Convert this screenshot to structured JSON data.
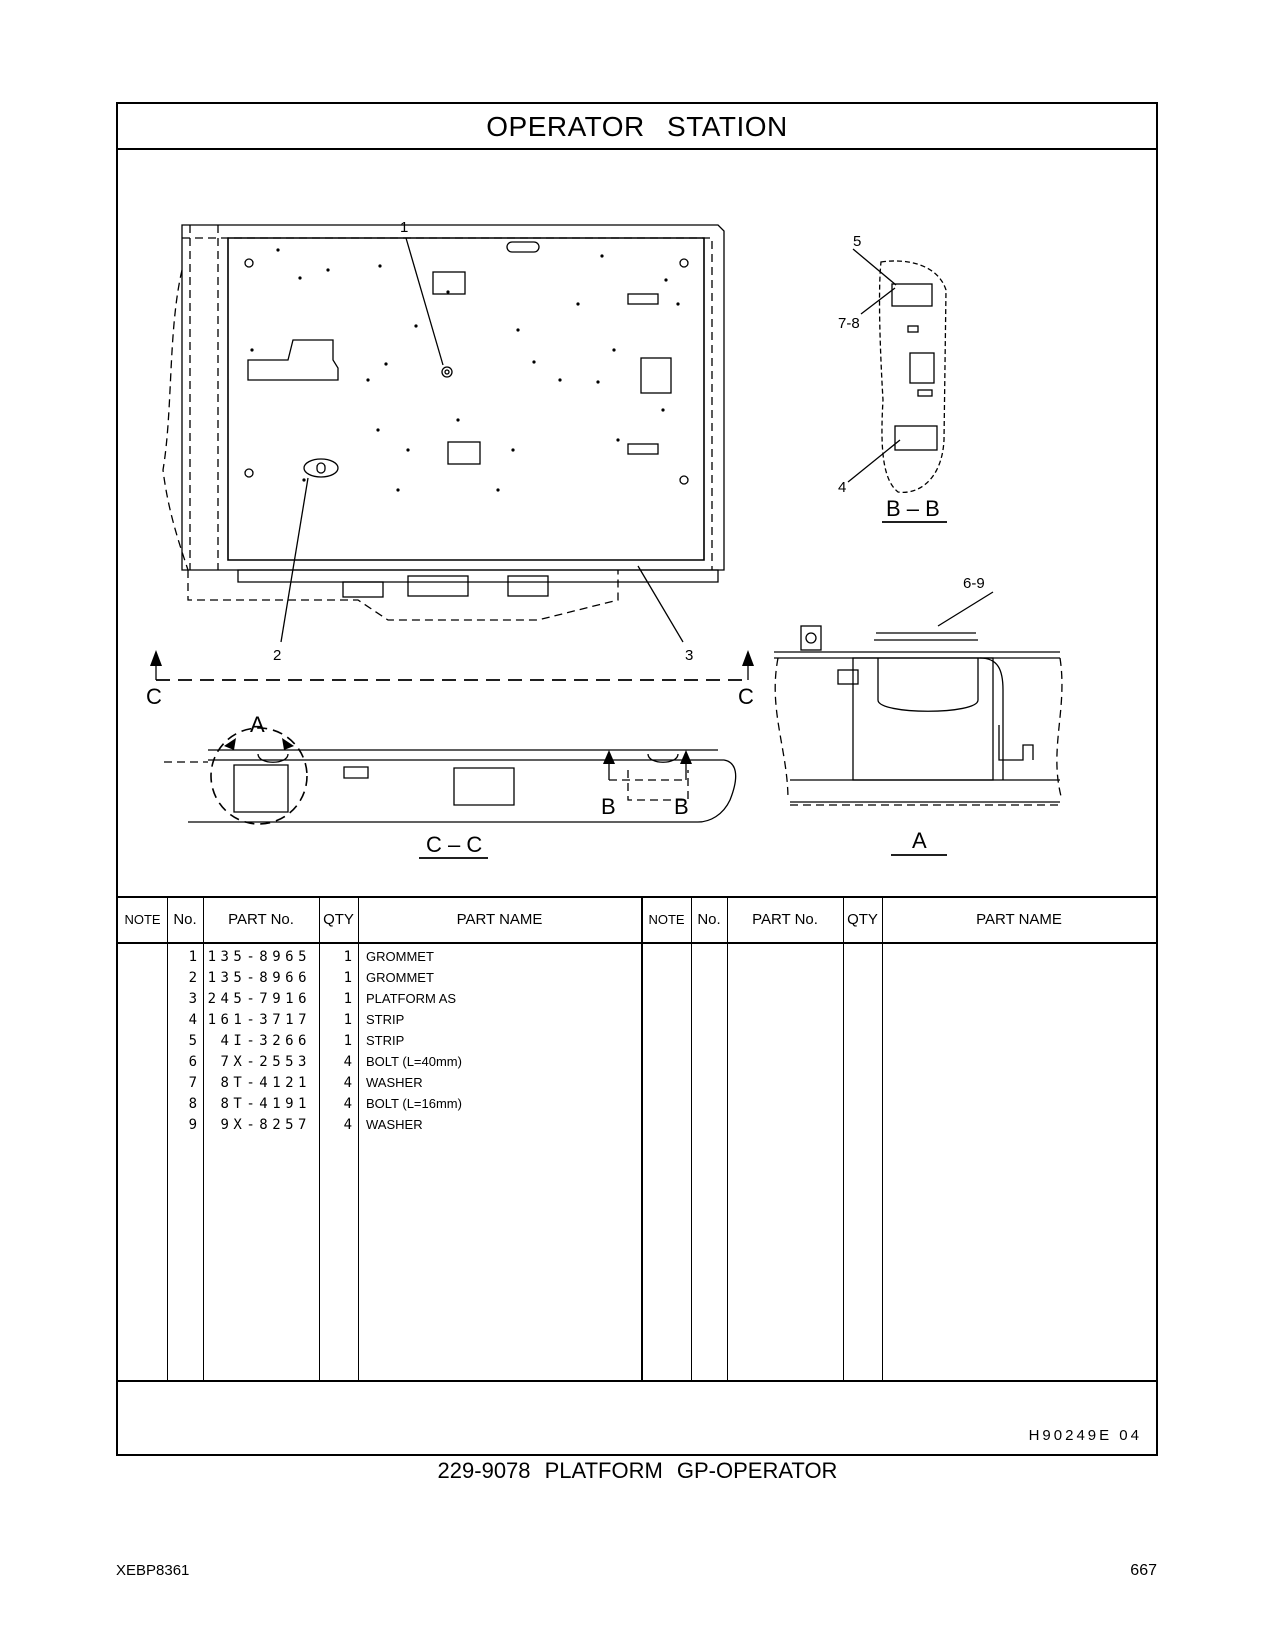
{
  "title": "OPERATOR STATION",
  "callouts": [
    "1",
    "2",
    "3",
    "4",
    "5",
    "7-8",
    "6-9"
  ],
  "views": {
    "bb": "B – B",
    "cc": "C – C",
    "a": "A",
    "arrow_a": "A",
    "arrow_b_left": "B",
    "arrow_b_right": "B",
    "arrow_c_left": "C",
    "arrow_c_right": "C"
  },
  "table": {
    "headers": {
      "note": "NOTE",
      "no": "No.",
      "part_no": "PART No.",
      "qty": "QTY",
      "part_name": "PART NAME"
    },
    "rows": [
      {
        "no": "1",
        "part_no": "135-8965",
        "qty": "1",
        "name": "GROMMET"
      },
      {
        "no": "2",
        "part_no": "135-8966",
        "qty": "1",
        "name": "GROMMET"
      },
      {
        "no": "3",
        "part_no": "245-7916",
        "qty": "1",
        "name": "PLATFORM AS"
      },
      {
        "no": "4",
        "part_no": "161-3717",
        "qty": "1",
        "name": "STRIP"
      },
      {
        "no": "5",
        "part_no": "4I-3266",
        "qty": "1",
        "name": "STRIP"
      },
      {
        "no": "6",
        "part_no": "7X-2553",
        "qty": "4",
        "name": "BOLT (L=40mm)"
      },
      {
        "no": "7",
        "part_no": "8T-4121",
        "qty": "4",
        "name": "WASHER"
      },
      {
        "no": "8",
        "part_no": "8T-4191",
        "qty": "4",
        "name": "BOLT (L=16mm)"
      },
      {
        "no": "9",
        "part_no": "9X-8257",
        "qty": "4",
        "name": "WASHER"
      }
    ]
  },
  "illustration_code": "H90249E  04",
  "caption": "229-9078 PLATFORM GP-OPERATOR",
  "doc_id": "XEBP8361",
  "page_number": "667"
}
